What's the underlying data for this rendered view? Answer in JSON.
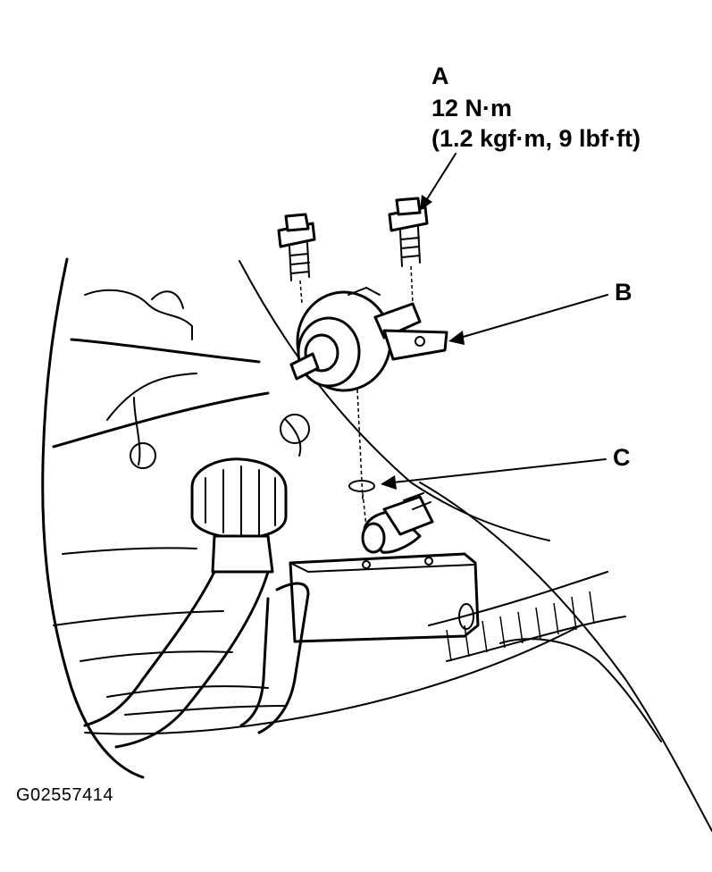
{
  "callouts": {
    "a": {
      "letter": "A",
      "torque": "12 N·m",
      "conversion": "(1.2 kgf·m, 9 lbf·ft)"
    },
    "b": {
      "letter": "B"
    },
    "c": {
      "letter": "C"
    }
  },
  "figure_code": "G02557414"
}
